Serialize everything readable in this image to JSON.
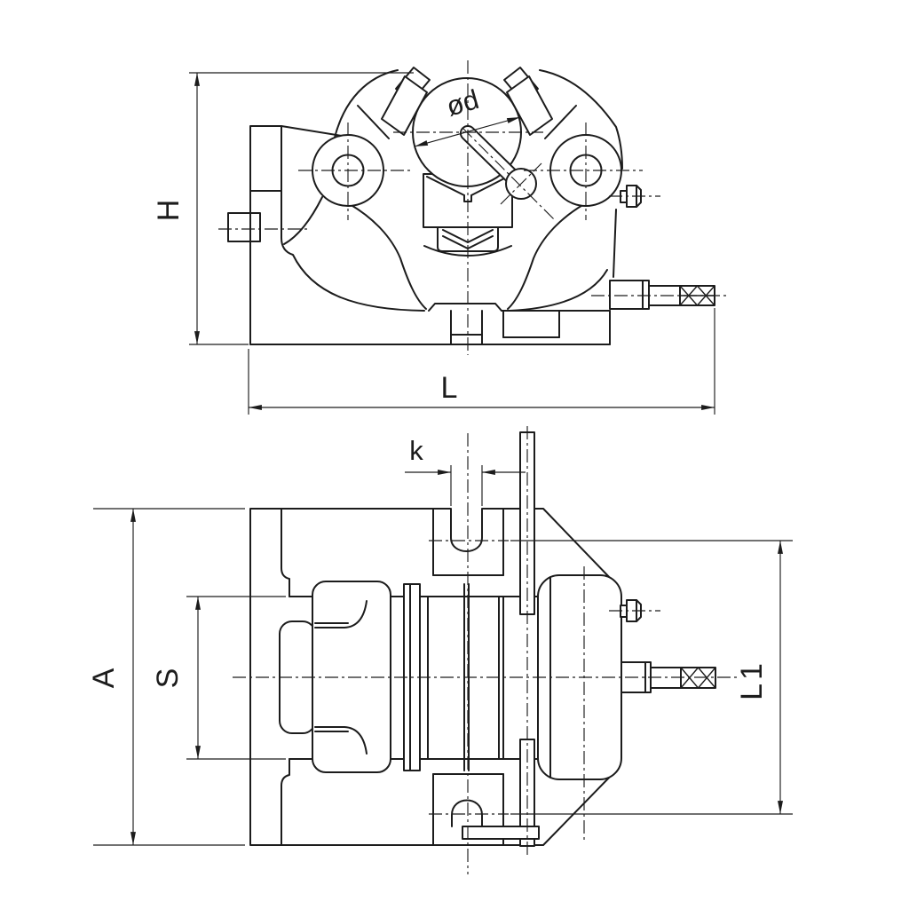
{
  "colors": {
    "ink": "#1c1c1c",
    "background": "#ffffff"
  },
  "labels": {
    "H": "H",
    "L": "L",
    "diameter": "ød",
    "A": "A",
    "S": "S",
    "L1": "L1",
    "k": "k"
  }
}
